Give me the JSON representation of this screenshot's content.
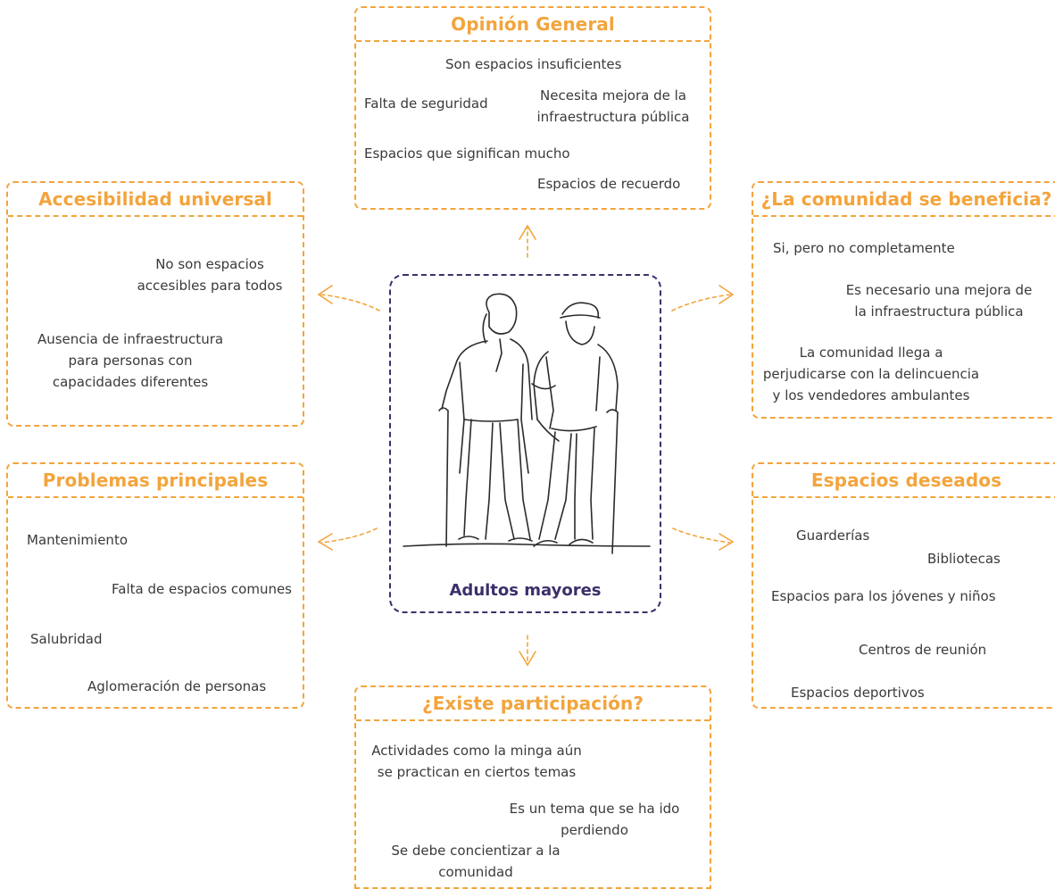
{
  "center": {
    "label": "Adultos mayores"
  },
  "boxes": {
    "opinion": {
      "title": "Opinión General",
      "items": [
        "Son espacios insuficientes",
        "Falta de seguridad",
        "Necesita mejora de la\ninfraestructura pública",
        "Espacios que significan mucho",
        "Espacios de recuerdo"
      ]
    },
    "accesibilidad": {
      "title": "Accesibilidad universal",
      "items": [
        "No son espacios\naccesibles para todos",
        "Ausencia de infraestructura\npara personas con\ncapacidades diferentes"
      ]
    },
    "comunidad": {
      "title": "¿La comunidad se beneficia?",
      "items": [
        "Si, pero no completamente",
        "Es necesario una mejora de\nla infraestructura pública",
        "La comunidad llega a\nperjudicarse con la delincuencia\ny los vendedores ambulantes"
      ]
    },
    "problemas": {
      "title": "Problemas principales",
      "items": [
        "Mantenimiento",
        "Falta de espacios comunes",
        "Salubridad",
        "Aglomeración de personas"
      ]
    },
    "deseados": {
      "title": "Espacios deseados",
      "items": [
        "Guarderías",
        "Bibliotecas",
        "Espacios para los jóvenes y niños",
        "Centros de reunión",
        "Espacios deportivos"
      ]
    },
    "participacion": {
      "title": "¿Existe participación?",
      "items": [
        "Actividades como la minga aún\nse practican en ciertos temas",
        "Es un tema que se ha ido\nperdiendo",
        "Se debe concientizar a la\ncomunidad"
      ]
    }
  },
  "colors": {
    "accent": "#f3a43c",
    "center": "#3c2f6b",
    "text": "#3a3a3a"
  },
  "illustration": "elderly-couple-with-canes"
}
